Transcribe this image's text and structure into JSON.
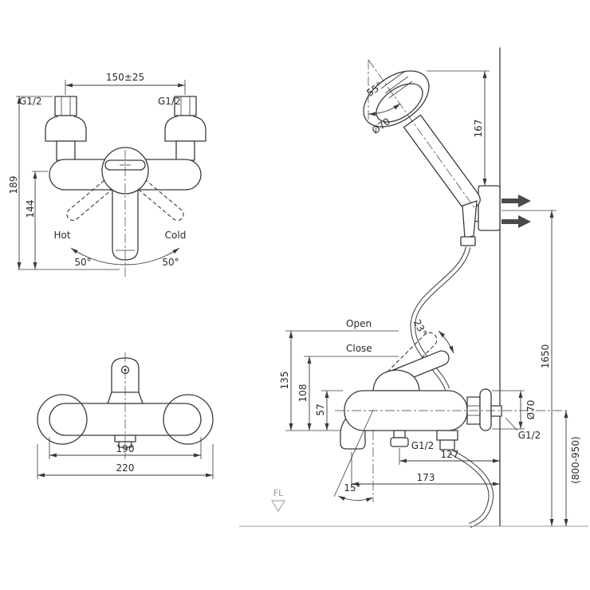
{
  "drawing": {
    "background": "#ffffff",
    "line_color": "#3a3a3a"
  },
  "front_view": {
    "width_dim": "150±25",
    "thread_left": "G1/2",
    "thread_right": "G1/2",
    "height_total": "189",
    "height_inner": "144",
    "hot_label": "Hot",
    "cold_label": "Cold",
    "angle_left": "50°",
    "angle_right": "50°"
  },
  "bottom_view": {
    "body_width": "190",
    "overall_width": "220"
  },
  "side_view": {
    "shower_angle": "55°",
    "shower_head_diameter": "Ø70",
    "shower_length": "167",
    "open_label": "Open",
    "close_label": "Close",
    "handle_angle": "23°",
    "height_open": "135",
    "height_close": "108",
    "height_body": "57",
    "outlet_thread": "G1/2",
    "diverter_to_wall": "127",
    "spout_to_wall": "173",
    "spout_angle": "15°",
    "escutcheon_diameter": "Ø70",
    "wall_thread": "G1/2",
    "overall_height": "1650",
    "install_height": "(800-950)",
    "floor_label": "FL"
  }
}
